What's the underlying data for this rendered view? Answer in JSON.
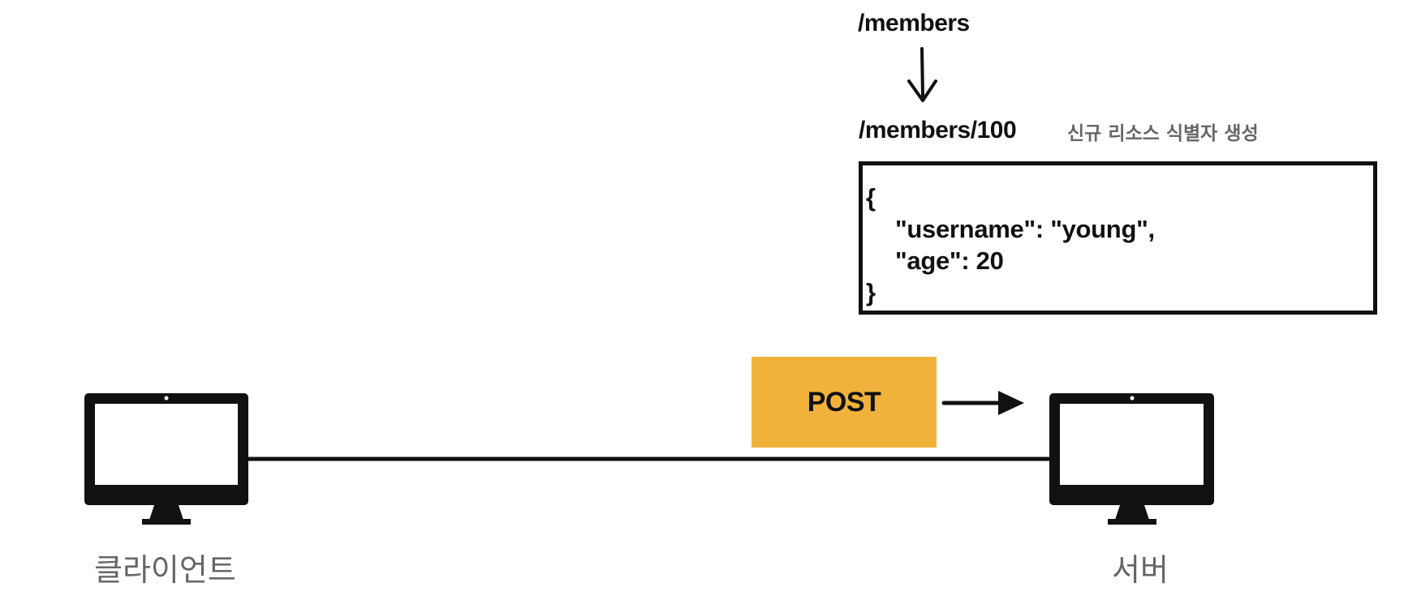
{
  "request": {
    "source_path": "/members",
    "new_path": "/members/100",
    "annotation": "신규 리소스 식별자 생성",
    "method": "POST"
  },
  "body": {
    "open_brace": "{",
    "line1": "\"username\": \"young\",",
    "line2": "\"age\": 20",
    "close_brace": "}"
  },
  "client": {
    "label": "클라이언트"
  },
  "server": {
    "label": "서버"
  },
  "colors": {
    "post_box": "#f0b23b",
    "stroke": "#111111",
    "label_gray": "#666666"
  },
  "icons": [
    "monitor-icon",
    "arrow-down-icon",
    "arrow-right-icon"
  ]
}
